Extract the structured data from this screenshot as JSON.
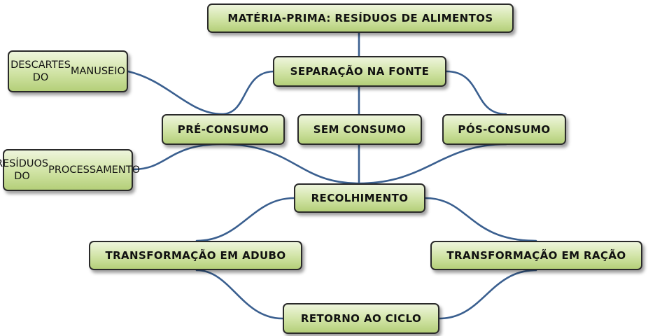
{
  "nodes": {
    "materia_prima": "MATÉRIA-PRIMA: RESÍDUOS DE ALIMENTOS",
    "separacao": "SEPARAÇÃO NA FONTE",
    "descartes": [
      "DESCARTES DO",
      "MANUSEIO"
    ],
    "pre_consumo": "PRÉ-CONSUMO",
    "sem_consumo": "SEM CONSUMO",
    "pos_consumo": "PÓS-CONSUMO",
    "residuos": [
      "RESÍDUOS DO",
      "PROCESSAMENTO"
    ],
    "recolhimento": "RECOLHIMENTO",
    "adubo": "TRANSFORMAÇÃO EM ADUBO",
    "racao": "TRANSFORMAÇÃO EM RAÇÃO",
    "retorno": "RETORNO AO CICLO"
  },
  "colors": {
    "connector": "#3a5f8f",
    "node_border": "#2a2a2a",
    "node_fill_light": "#eef5dc",
    "node_fill_dark": "#b4cf79"
  }
}
